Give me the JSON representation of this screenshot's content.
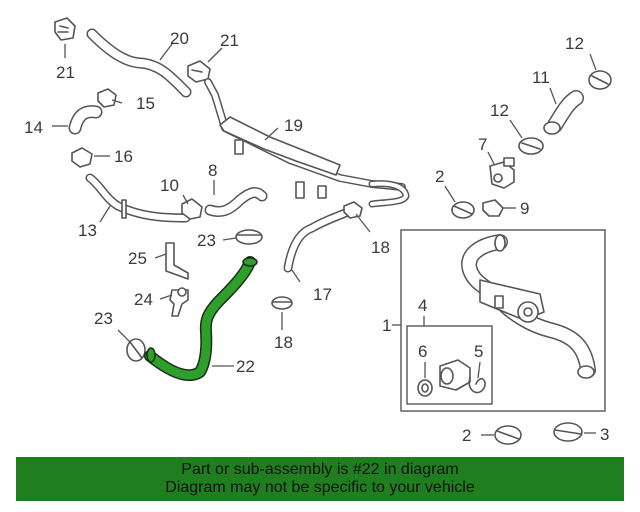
{
  "callouts": {
    "c1": "1",
    "c2a": "2",
    "c2b": "2",
    "c3": "3",
    "c4": "4",
    "c5": "5",
    "c6": "6",
    "c7": "7",
    "c8": "8",
    "c9": "9",
    "c10": "10",
    "c11": "11",
    "c12a": "12",
    "c12b": "12",
    "c13": "13",
    "c14": "14",
    "c15": "15",
    "c16": "16",
    "c17": "17",
    "c18a": "18",
    "c18b": "18",
    "c19": "19",
    "c20": "20",
    "c21a": "21",
    "c21b": "21",
    "c22": "22",
    "c23a": "23",
    "c23b": "23",
    "c24": "24",
    "c25": "25"
  },
  "highlight": {
    "color": "#2e9f2a"
  },
  "banner": {
    "line1": "Part or sub-assembly is #22 in diagram",
    "line2": "Diagram may not be specific to your vehicle",
    "color": "#1f7f1f"
  }
}
